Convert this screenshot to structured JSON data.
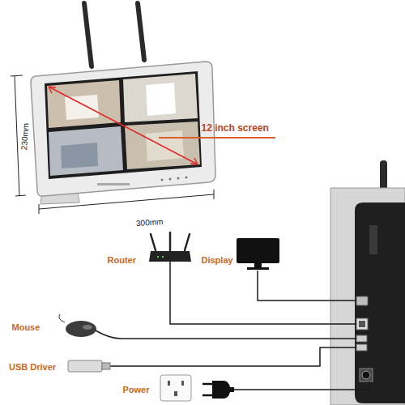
{
  "diagram": {
    "labels": [
      "230mm",
      "12 inch screen",
      "300mm",
      "Router",
      "Display",
      "Mouse",
      "USB Driver",
      "Power"
    ]
  }
}
